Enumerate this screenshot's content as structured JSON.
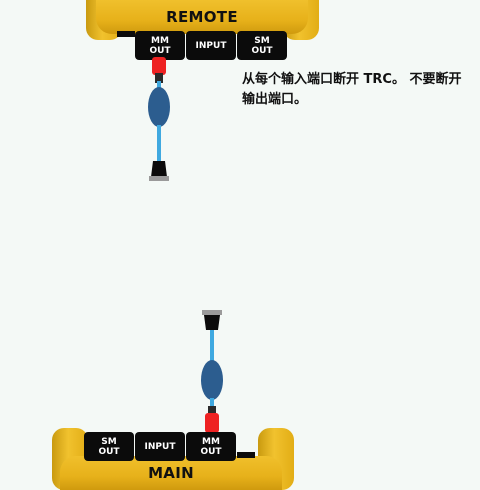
{
  "remote_unit": {
    "label": "REMOTE",
    "ports": [
      {
        "line1": "MM",
        "line2": "OUT"
      },
      {
        "line1": "INPUT",
        "line2": ""
      },
      {
        "line1": "SM",
        "line2": "OUT"
      }
    ]
  },
  "main_unit": {
    "label": "MAIN",
    "ports": [
      {
        "line1": "SM",
        "line2": "OUT"
      },
      {
        "line1": "INPUT",
        "line2": ""
      },
      {
        "line1": "MM",
        "line2": "OUT"
      }
    ]
  },
  "instruction": "从每个输入端口断开 TRC。 不要断开输出端口。",
  "colors": {
    "unit_yellow": "#f1c22e",
    "port_black": "#0b0b0b",
    "cable_blue": "#3fa9e0",
    "boot_navy": "#2c5d8f",
    "connector_red": "#ee2222",
    "ferrule_gray": "#9a9a9a"
  }
}
